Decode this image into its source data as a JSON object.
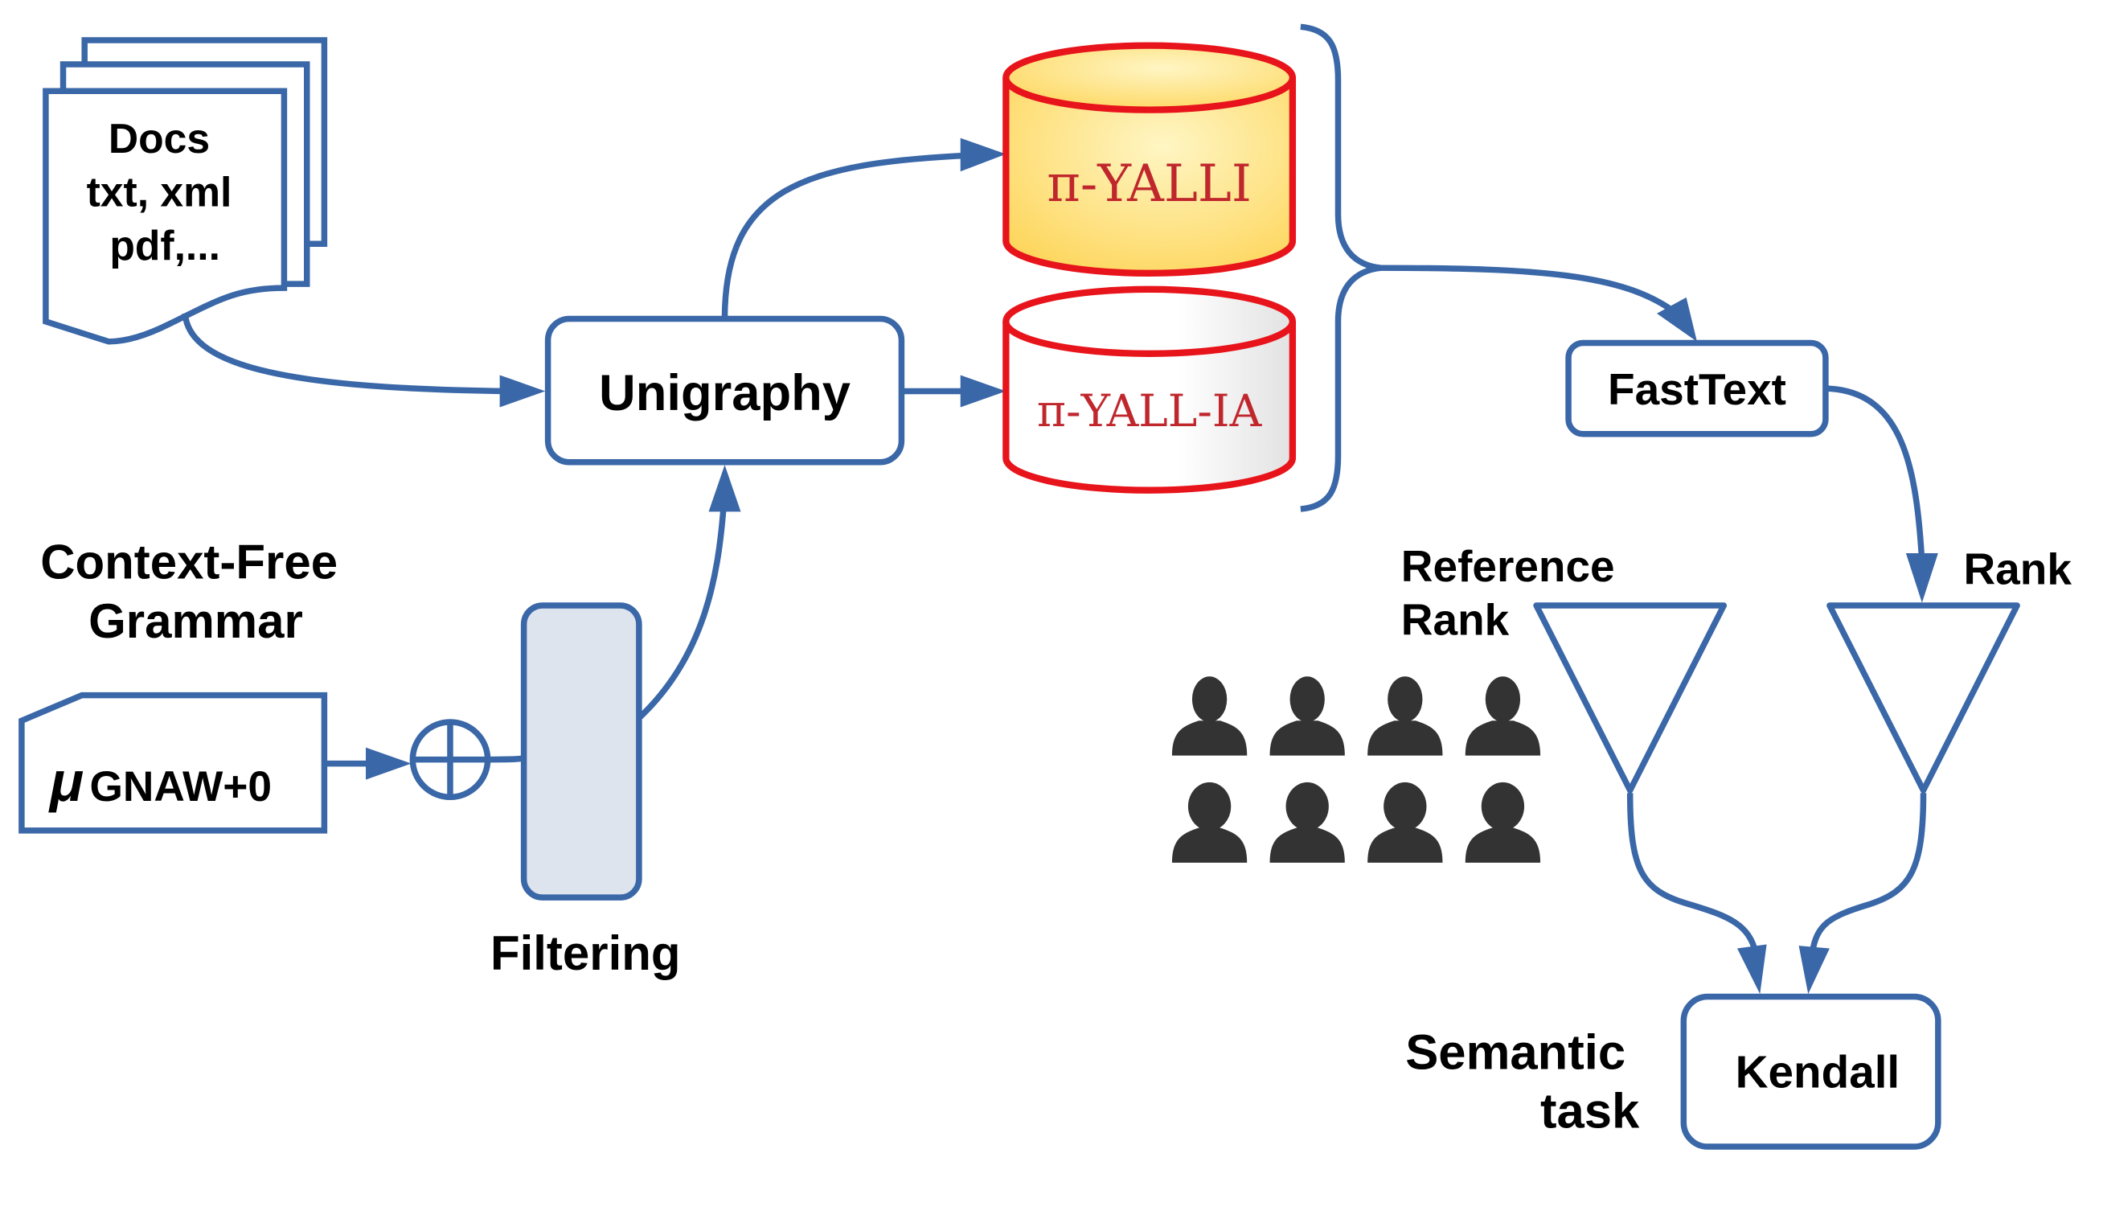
{
  "diagram": {
    "nodes": {
      "docs": {
        "lines": [
          "Docs",
          "txt, xml",
          "pdf,..."
        ]
      },
      "unigraphy": {
        "label": "Unigraphy"
      },
      "yalli": {
        "label": "π-YALLI"
      },
      "yall_ia": {
        "label": "π-YALL-IA"
      },
      "fasttext": {
        "label": "FastText"
      },
      "grammar_title": {
        "lines": [
          "Context-Free",
          "Grammar"
        ]
      },
      "gnaw": {
        "mu": "μ",
        "label": "GNAW+0"
      },
      "filtering": {
        "label": "Filtering"
      },
      "reference_rank": {
        "lines": [
          "Reference",
          "Rank"
        ]
      },
      "rank": {
        "label": "Rank"
      },
      "semantic_task": {
        "lines": [
          "Semantic",
          "task"
        ]
      },
      "kendall": {
        "label": "Kendall"
      }
    },
    "edges": [
      {
        "from": "docs",
        "to": "unigraphy"
      },
      {
        "from": "gnaw",
        "to": "combine"
      },
      {
        "from": "combine",
        "to": "filtering"
      },
      {
        "from": "filtering",
        "to": "unigraphy"
      },
      {
        "from": "unigraphy",
        "to": "yalli"
      },
      {
        "from": "unigraphy",
        "to": "yall_ia"
      },
      {
        "from": "corpora_brace",
        "to": "fasttext"
      },
      {
        "from": "fasttext",
        "to": "rank"
      },
      {
        "from": "reference_rank",
        "to": "kendall"
      },
      {
        "from": "rank",
        "to": "kendall"
      }
    ],
    "annotators": {
      "count": 8,
      "icon": "person-silhouette-icon"
    },
    "colors": {
      "edge": "#3a67a7",
      "db_border": "#e8141b",
      "db_text": "#c0272d",
      "yalli_fill": "#fde58a",
      "filter_fill": "#dde4ee",
      "person": "#333333"
    }
  }
}
